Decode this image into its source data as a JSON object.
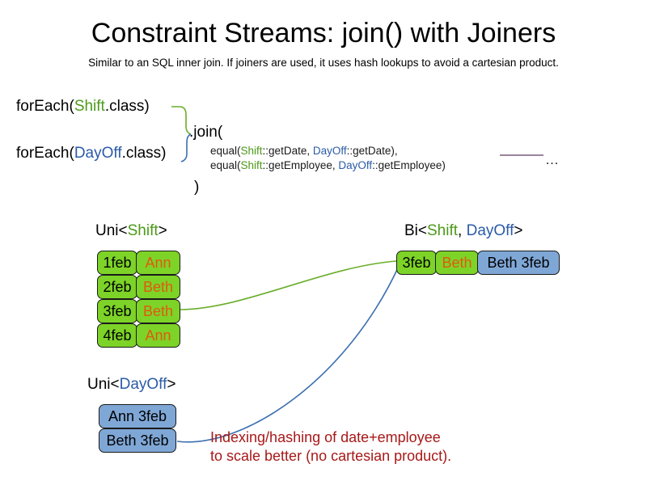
{
  "slide": {
    "title": "Constraint Streams: join() with Joiners",
    "subtitle": "Similar to an SQL inner join. If joiners are used, it uses hash lookups to avoid a cartesian product."
  },
  "colors": {
    "shift_class": "#4C9A18",
    "dayoff_class": "#2B5BA8",
    "green_box": "#7DD327",
    "blue_box": "#7FA7D6",
    "name_text": "#E05A10",
    "note_text": "#A81818",
    "connector_green": "#6AAE2A",
    "connector_blue": "#3C6FB0",
    "ellipsis_line": "#7A5C7A"
  },
  "code": {
    "forEach_shift": {
      "prefix": "forEach(",
      "class": "Shift",
      "suffix": ".class)"
    },
    "forEach_dayoff": {
      "prefix": "forEach(",
      "class": "DayOff",
      "suffix": ".class)"
    },
    "join_open": ".join(",
    "join_close": ")",
    "joiners": [
      {
        "prefix": "equal(",
        "left_class": "Shift",
        "left_method": "::getDate, ",
        "right_class": "DayOff",
        "right_method": "::getDate),"
      },
      {
        "prefix": "equal(",
        "left_class": "Shift",
        "left_method": "::getEmployee, ",
        "right_class": "DayOff",
        "right_method": "::getEmployee)"
      }
    ],
    "ellipsis": "…"
  },
  "streams": {
    "uni_shift": {
      "label_prefix": "Uni<",
      "label_class": "Shift",
      "label_suffix": ">",
      "rows": [
        {
          "date": "1feb",
          "name": "Ann"
        },
        {
          "date": "2feb",
          "name": "Beth"
        },
        {
          "date": "3feb",
          "name": "Beth"
        },
        {
          "date": "4feb",
          "name": "Ann"
        }
      ]
    },
    "uni_dayoff": {
      "label_prefix": "Uni<",
      "label_class": "DayOff",
      "label_suffix": ">",
      "rows": [
        {
          "text": "Ann 3feb"
        },
        {
          "text": "Beth 3feb"
        }
      ]
    },
    "bi": {
      "label_prefix": "Bi<",
      "label_class_a": "Shift",
      "label_sep": ", ",
      "label_class_b": "DayOff",
      "label_suffix": ">",
      "row": {
        "shift_date": "3feb",
        "shift_name": "Beth",
        "dayoff": "Beth 3feb"
      }
    }
  },
  "note": {
    "line1": "Indexing/hashing of date+employee",
    "line2": "to scale better (no cartesian product)."
  }
}
